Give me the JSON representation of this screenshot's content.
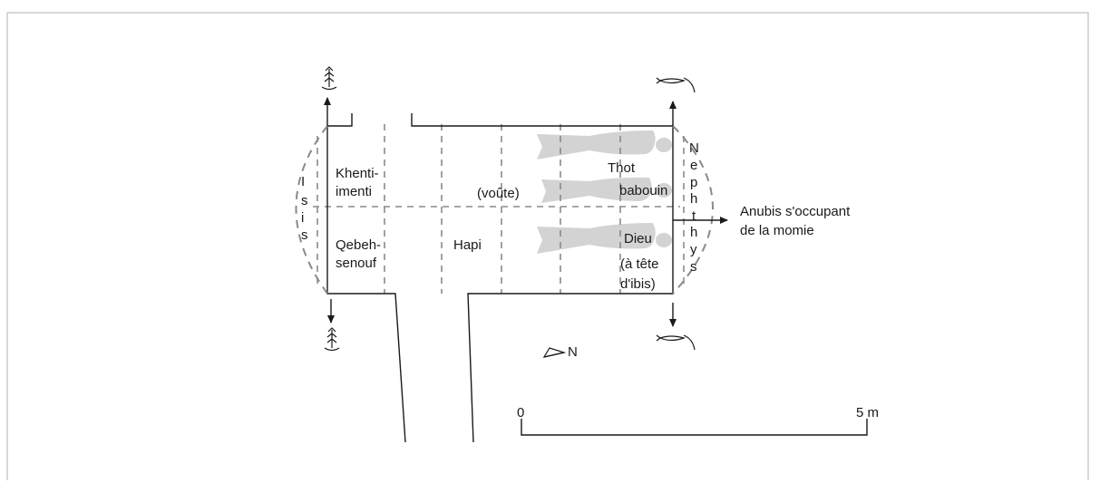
{
  "labels": {
    "isis": [
      "I",
      "s",
      "i",
      "s"
    ],
    "nephthys": [
      "N",
      "e",
      "p",
      "h",
      "t",
      "h",
      "y",
      "s"
    ],
    "khentimenti": [
      "Khenti-",
      "imenti"
    ],
    "qebehsenouf": [
      "Qebeh-",
      "senouf"
    ],
    "voute": "(voûte)",
    "hapi": "Hapi",
    "thot": [
      "Thot",
      "babouin"
    ],
    "dieu": [
      "Dieu",
      "(à tête",
      "d'ibis)"
    ],
    "anubis": [
      "Anubis s'occupant",
      "de la momie"
    ],
    "north": "N"
  },
  "scale": {
    "start": "0",
    "end": "5 m"
  },
  "colors": {
    "line": "#1a1a1a",
    "dashed": "#8a8a8a",
    "figure_fill": "#d3d3d3"
  },
  "icons": [
    "plant-glyph-icon",
    "fish-glyph-icon",
    "north-arrow-icon",
    "arrow-icon"
  ]
}
